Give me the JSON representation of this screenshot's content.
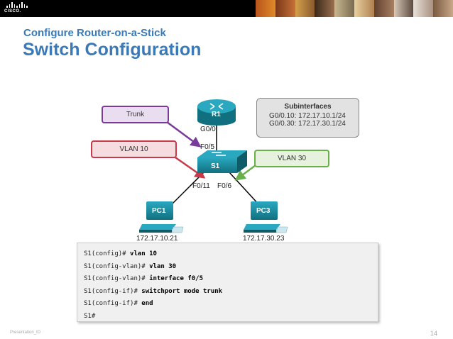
{
  "header": {
    "logo_text": "CISCO.",
    "colors": {
      "background": "#000000",
      "title": "#3a7ab8"
    }
  },
  "slide": {
    "subtitle": "Configure Router-on-a-Stick",
    "title": "Switch Configuration"
  },
  "diagram": {
    "router": {
      "label": "R1",
      "interface": "G0/0"
    },
    "switch": {
      "label": "S1",
      "uplink_port": "F0/5",
      "port_left": "F0/11",
      "port_right": "F0/6"
    },
    "pcs": [
      {
        "label": "PC1",
        "ip": "172.17.10.21"
      },
      {
        "label": "PC3",
        "ip": "172.17.30.23"
      }
    ],
    "callouts": {
      "trunk": "Trunk",
      "vlan10": "VLAN 10",
      "vlan30": "VLAN 30"
    },
    "subinterfaces": {
      "title": "Subinterfaces",
      "lines": [
        "G0/0.10: 172.17.10.1/24",
        "G0/0.30: 172.17.30.1/24"
      ]
    },
    "colors": {
      "trunk": "#7a3a9a",
      "vlan10": "#c83a4a",
      "vlan30": "#6ab04a",
      "device": "#1c8ea6"
    }
  },
  "cli": [
    {
      "prompt": "S1(config)# ",
      "command": "vlan 10"
    },
    {
      "prompt": "S1(config-vlan)# ",
      "command": "vlan 30"
    },
    {
      "prompt": "S1(config-vlan)# ",
      "command": "interface f0/5"
    },
    {
      "prompt": "S1(config-if)# ",
      "command": "switchport mode trunk"
    },
    {
      "prompt": "S1(config-if)# ",
      "command": "end"
    },
    {
      "prompt": "S1#",
      "command": ""
    }
  ],
  "footer": {
    "left": "Presentation_ID",
    "page": "14"
  }
}
